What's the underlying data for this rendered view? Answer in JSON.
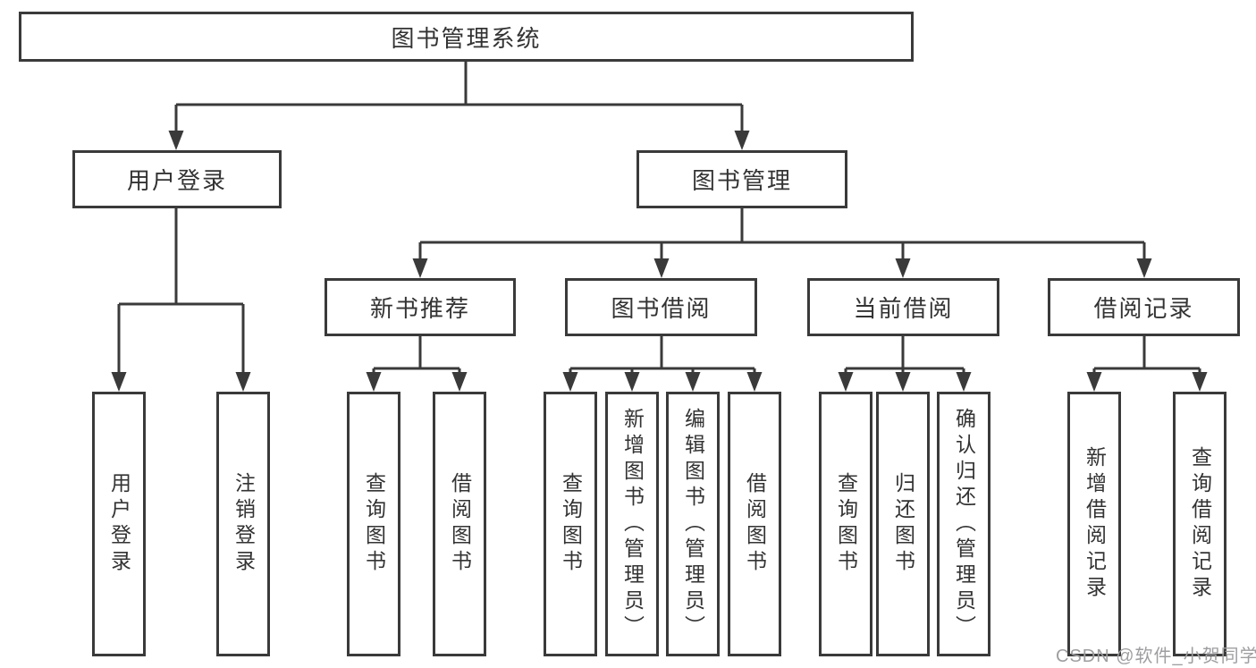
{
  "diagram": {
    "root": {
      "label": "图书管理系统"
    },
    "branches": [
      {
        "label": "用户登录",
        "leaves": [
          {
            "label": "用户登录"
          },
          {
            "label": "注销登录"
          }
        ]
      },
      {
        "label": "图书管理",
        "groups": [
          {
            "label": "新书推荐",
            "leaves": [
              {
                "label": "查询图书"
              },
              {
                "label": "借阅图书"
              }
            ]
          },
          {
            "label": "图书借阅",
            "leaves": [
              {
                "label": "查询图书"
              },
              {
                "label": "新增图书（管理员）"
              },
              {
                "label": "编辑图书（管理员）"
              },
              {
                "label": "借阅图书"
              }
            ]
          },
          {
            "label": "当前借阅",
            "leaves": [
              {
                "label": "查询图书"
              },
              {
                "label": "归还图书"
              },
              {
                "label": "确认归还（管理员）"
              }
            ]
          },
          {
            "label": "借阅记录",
            "leaves": [
              {
                "label": "新增借阅记录"
              },
              {
                "label": "查询借阅记录"
              }
            ]
          }
        ]
      }
    ]
  },
  "watermark": {
    "text": "CSDN @软件_小贺同学"
  },
  "colors": {
    "line": "#3a3a3a",
    "text": "#333333",
    "watermark": "#9e9ea1"
  }
}
